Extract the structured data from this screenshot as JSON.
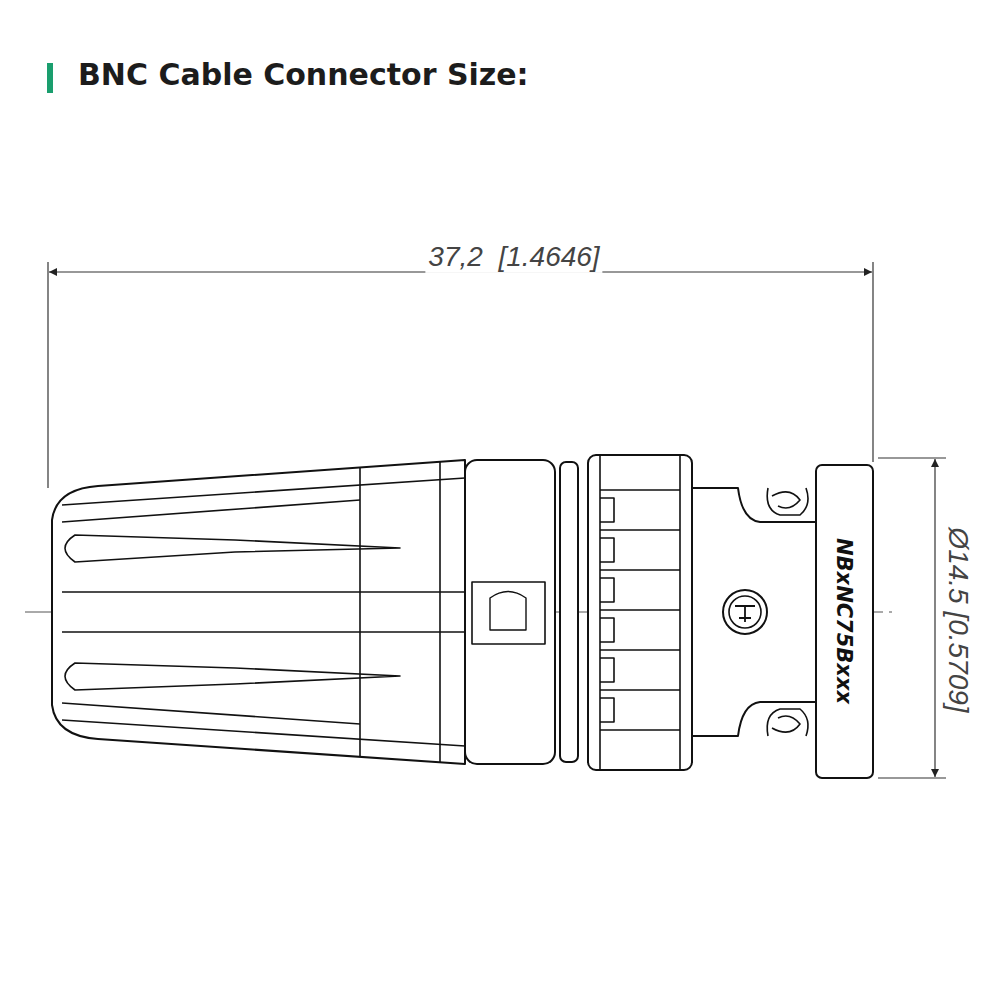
{
  "diagram": {
    "title": "BNC Cable Connector Size:",
    "labels": [
      "37,2  [1.4646]",
      "Ø14.5 [0.5709]",
      "NBxNC75Bxxx"
    ]
  }
}
